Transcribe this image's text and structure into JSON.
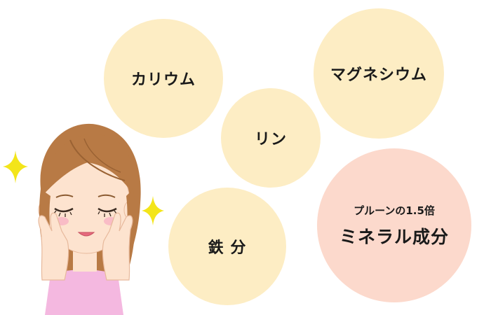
{
  "bubbles": {
    "potassium": "カリウム",
    "magnesium": "マグネシウム",
    "phosphorus": "リン",
    "iron": "鉄 分"
  },
  "highlight": {
    "subtitle": "プルーンの1.5倍",
    "title": "ミネラル成分"
  },
  "colors": {
    "bubble_cream": "#fdedc4",
    "bubble_pink": "#fcd9cc",
    "sparkle": "#f3e51a",
    "hair": "#b87a45",
    "skin": "#fde3cf",
    "top": "#f4b8e0"
  }
}
